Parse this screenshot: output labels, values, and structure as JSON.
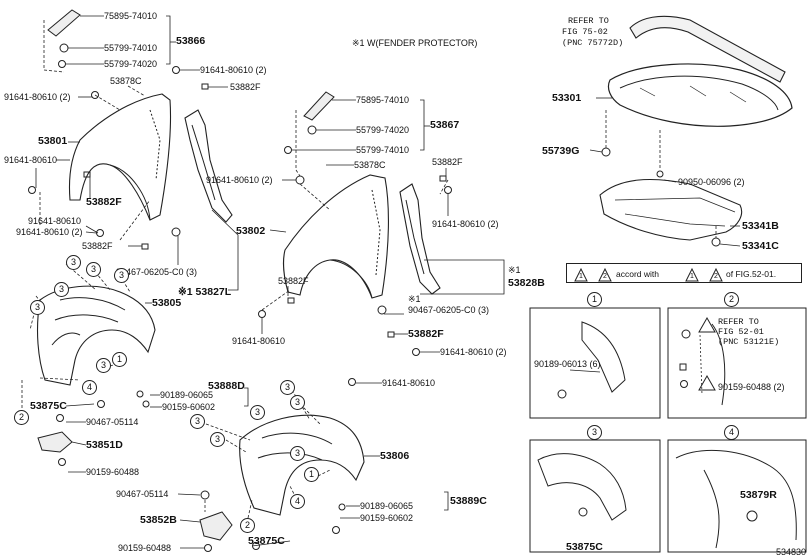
{
  "header": {
    "ref_top_line1": "REFER TO",
    "ref_top_line2": "FIG 75-02",
    "ref_top_line3": "(PNC 75772D)",
    "note_w": "※1 W(FENDER PROTECTOR)"
  },
  "left_parts": {
    "p75895": "75895-74010",
    "p55799a": "55799-74010",
    "p55799b": "55799-74020",
    "grp53866": "53866",
    "p91641a": "91641-80610 (2)",
    "p53878c": "53878C",
    "p53882f_top": "53882F",
    "p91641b": "91641-80610 (2)",
    "p53801": "53801",
    "p91641c": "91641-80610",
    "p53882f_mid": "53882F",
    "p91641d": "91641-80610",
    "p91641e": "91641-80610 (2)",
    "p53882f_low": "53882F",
    "p90467a": "90467-06205-C0 (3)",
    "p53827l": "※1 53827L",
    "p53805": "53805",
    "p53888d": "53888D",
    "p90189a": "90189-06065",
    "p90159a": "90159-60602",
    "p53875c_a": "53875C",
    "p90467b": "90467-05114",
    "p53851d": "53851D",
    "p90159b": "90159-60488"
  },
  "center_parts": {
    "p75895": "75895-74010",
    "p55799a": "55799-74020",
    "p55799b": "55799-74010",
    "grp53867": "53867",
    "p53878c": "53878C",
    "p53882f_a": "53882F",
    "p91641a": "91641-80610 (2)",
    "p53802": "53802",
    "p91641b": "91641-80610 (2)",
    "p53882f_b": "53882F",
    "p91641c": "91641-80610",
    "p90467a": "90467-06205-C0 (3)",
    "p53882f_c": "53882F",
    "p91641d": "91641-80610 (2)",
    "p91641e": "91641-80610",
    "p53828b_mark": "※1",
    "p53828b": "53828B",
    "mark_x1": "※1",
    "p53806": "53806",
    "p53889c": "53889C",
    "p90189b": "90189-06065",
    "p90159c": "90159-60602",
    "p90467b": "90467-05114",
    "p53852b": "53852B",
    "p90159d": "90159-60488",
    "p53875c_b": "53875C"
  },
  "right_parts": {
    "p53301": "53301",
    "p55739g": "55739G",
    "p90950": "90950-06096 (2)",
    "p53341b": "53341B",
    "p53341c": "53341C"
  },
  "legend": {
    "n1": "1",
    "n2": "2",
    "text_mid": "accord with",
    "text_end": "of FIG.52-01."
  },
  "details": {
    "d1_label": "1",
    "d1_part": "90189-06013 (6)",
    "d2_label": "2",
    "d2_ref1": "REFER TO",
    "d2_ref2": "FIG 52-01",
    "d2_ref3": "(PNC 53121E)",
    "d2_part": "90159-60488 (2)",
    "d3_label": "3",
    "d3_part": "53875C",
    "d4_label": "4",
    "d4_part": "53879R"
  },
  "callouts": {
    "c1": "1",
    "c2": "2",
    "c3": "3",
    "c4": "4"
  },
  "footer": {
    "code": "534830"
  }
}
